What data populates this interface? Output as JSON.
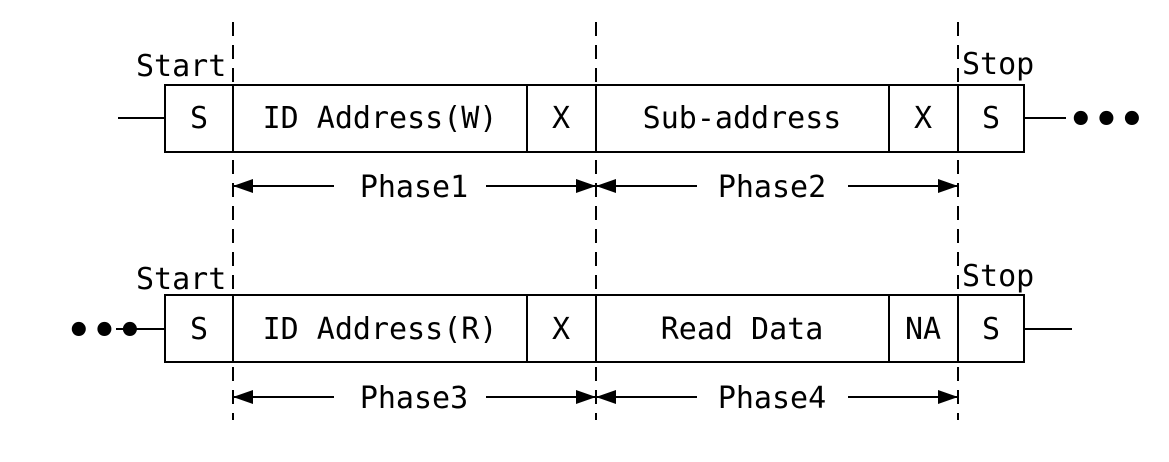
{
  "frame1": {
    "start_label": "Start",
    "stop_label": "Stop",
    "fields": [
      "S",
      "ID Address(W)",
      "X",
      "Sub-address",
      "X",
      "S"
    ],
    "phases": [
      "Phase1",
      "Phase2"
    ]
  },
  "frame2": {
    "start_label": "Start",
    "stop_label": "Stop",
    "fields": [
      "S",
      "ID Address(R)",
      "X",
      "Read Data",
      "NA",
      "S"
    ],
    "phases": [
      "Phase3",
      "Phase4"
    ]
  },
  "continuation": "•••"
}
